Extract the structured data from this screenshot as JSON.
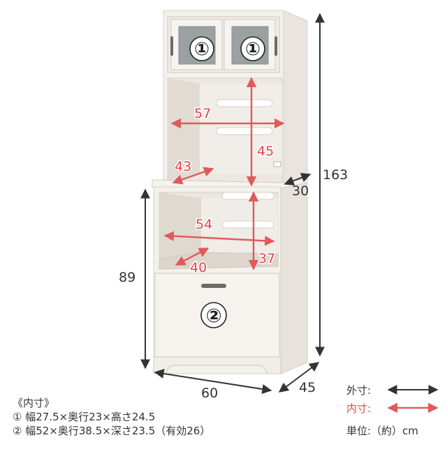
{
  "dimensions": {
    "outer": {
      "total_height": "163",
      "base_height": "89",
      "width": "60",
      "depth": "45",
      "upper_depth": "30"
    },
    "inner": {
      "upper_width": "57",
      "upper_height": "45",
      "upper_depth": "43",
      "lower_width": "54",
      "lower_height": "37",
      "lower_depth": "40"
    }
  },
  "compartment_markers": {
    "cabinet": "①",
    "drawer": "②"
  },
  "notes": {
    "heading": "《内寸》",
    "line1": "① 幅27.5×奥行23×高さ24.5",
    "line2": "② 幅52×奥行38.5×深さ23.5（有効26）"
  },
  "legend": {
    "outer_label": "外寸:",
    "inner_label": "内寸:",
    "unit": "単位:（約）cm"
  },
  "colors": {
    "outer_arrow": "#333333",
    "inner_arrow": "#e05a5a",
    "inner_label": "#e24444",
    "furniture_white": "#f4f1ed"
  }
}
